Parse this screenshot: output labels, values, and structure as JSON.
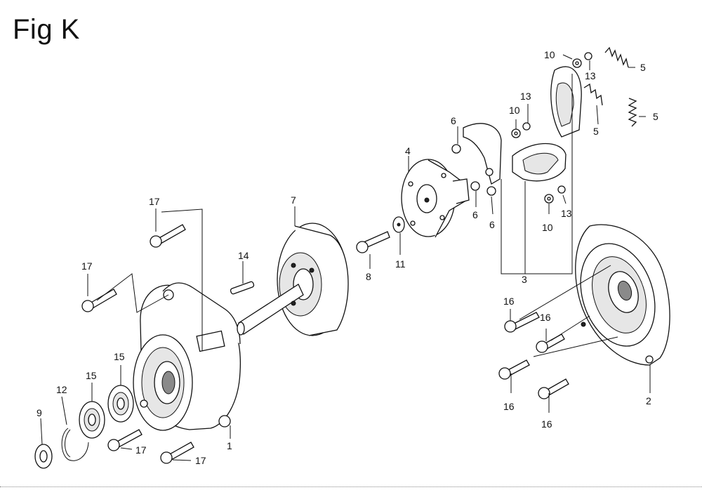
{
  "title": "Fig K",
  "callouts": [
    "1",
    "2",
    "3",
    "4",
    "5",
    "5",
    "5",
    "6",
    "6",
    "6",
    "7",
    "8",
    "9",
    "10",
    "10",
    "10",
    "11",
    "12",
    "13",
    "13",
    "13",
    "14",
    "15",
    "15",
    "16",
    "16",
    "16",
    "16",
    "17",
    "17",
    "17",
    "17"
  ]
}
